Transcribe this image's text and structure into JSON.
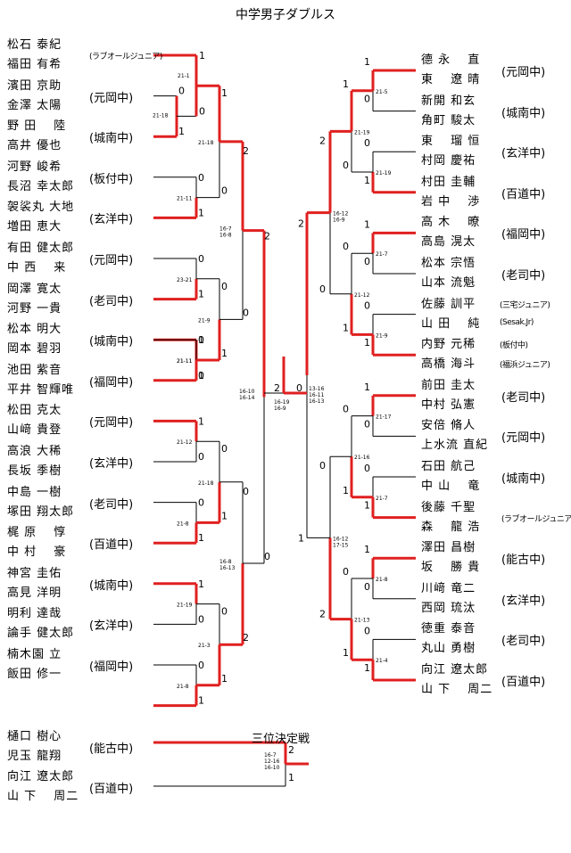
{
  "title": "中学男子ダブルス",
  "third_place_title": "三位決定戦",
  "left_teams": [
    {
      "n1": "松石 泰紀",
      "n2": "福田 有希",
      "school": "(ラブオールジュニア)"
    },
    {
      "n1": "濱田 京助",
      "n2": "金澤 太陽",
      "school": "(元岡中)"
    },
    {
      "n1": "野 田 　陸",
      "n2": "高井 優也",
      "school": "(城南中)"
    },
    {
      "n1": "河野 峻希",
      "n2": "長沼 幸太郎",
      "school": "(板付中)"
    },
    {
      "n1": "袈裟丸 大地",
      "n2": "増田 恵大",
      "school": "(玄洋中)"
    },
    {
      "n1": "有田 健太郎",
      "n2": "中 西 　来",
      "school": "(元岡中)"
    },
    {
      "n1": "岡澤 寛太",
      "n2": "河野 一貴",
      "school": "(老司中)"
    },
    {
      "n1": "松本 明大",
      "n2": "岡本 碧羽",
      "school": "(城南中)"
    },
    {
      "n1": "池田 紫音",
      "n2": "平井 智輝唯",
      "school": "(福岡中)"
    },
    {
      "n1": "松田 克太",
      "n2": "山﨑 貴登",
      "school": "(元岡中)"
    },
    {
      "n1": "高浪 大稀",
      "n2": "長坂 季樹",
      "school": "(玄洋中)"
    },
    {
      "n1": "中島 一樹",
      "n2": "塚田 翔太郎",
      "school": "(老司中)"
    },
    {
      "n1": "梶 原 　惇",
      "n2": "中 村 　豪",
      "school": "(百道中)"
    },
    {
      "n1": "神宮 圭佑",
      "n2": "高見 洋明",
      "school": "(城南中)"
    },
    {
      "n1": "明利 達哉",
      "n2": "論手 健太郎",
      "school": "(玄洋中)"
    },
    {
      "n1": "楠木園 立",
      "n2": "飯田 修一",
      "school": "(福岡中)"
    },
    {
      "n1": "樋口 樹心",
      "n2": "児玉 龍翔",
      "school": "(能古中)"
    }
  ],
  "right_teams": [
    {
      "n1": "德 永 　直",
      "n2": "東 　遼 晴",
      "school": "(元岡中)"
    },
    {
      "n1": "新開 和玄",
      "n2": "角町 駿太",
      "school": "(城南中)"
    },
    {
      "n1": "東 　瑠 恒",
      "n2": "村岡 慶祐",
      "school": "(玄洋中)"
    },
    {
      "n1": "村田 圭輔",
      "n2": "岩 中 　渉",
      "school": "(百道中)"
    },
    {
      "n1": "高 木 　暸",
      "n2": "高島 滉太",
      "school": "(福岡中)"
    },
    {
      "n1": "松本 宗悟",
      "n2": "山本 流魁",
      "school": "(老司中)"
    },
    {
      "n1": "佐藤 訓平",
      "n2": "山 田 　純",
      "school": "(三宅ジュニア)",
      "school2": "(Sesak.Jr)"
    },
    {
      "n1": "内野 元稀",
      "n2": "高橋 海斗",
      "school": "(板付中)",
      "school2": "(福浜ジュニア)"
    },
    {
      "n1": "前田 圭太",
      "n2": "中村 弘憲",
      "school": "(老司中)"
    },
    {
      "n1": "安倍 脩人",
      "n2": "上水流 直紀",
      "school": "(元岡中)"
    },
    {
      "n1": "石田 航己",
      "n2": "中 山 　竜",
      "school": "(城南中)"
    },
    {
      "n1": "後藤 千聖",
      "n2": "森 　龍 浩",
      "school": "(ラブオールジュニア)"
    },
    {
      "n1": "澤田 昌樹",
      "n2": "坂 　勝 貴",
      "school": "(能古中)"
    },
    {
      "n1": "川﨑 竜二",
      "n2": "西岡 琉汰",
      "school": "(玄洋中)"
    },
    {
      "n1": "徳重 泰音",
      "n2": "丸山 勇樹",
      "school": "(老司中)"
    },
    {
      "n1": "向江 遼太郎",
      "n2": "山 下 　周二",
      "school": "(百道中)"
    }
  ],
  "third_place_teams": [
    {
      "n1": "樋口 樹心",
      "n2": "児玉 龍翔",
      "school": "(能古中)"
    },
    {
      "n1": "向江 遼太郎",
      "n2": "山 下 　周二",
      "school": "(百道中)"
    }
  ],
  "match_scores": {
    "L_pre": "21-18",
    "L1a": "21-1",
    "L1b": "21-11",
    "L1c": "23-21",
    "L1d": "21-11",
    "L1e": "21-12",
    "L1f": "21-8",
    "L1g": "21-19",
    "L1h": "21-8",
    "L2a": "21-18",
    "L2b": "21-9",
    "L2c": "21-18",
    "L2d": "21-3",
    "L3a": "16-7\n16-8",
    "L3b": "16-8\n16-13",
    "L4": "16-10\n16-14",
    "F": "16-19\n16-9",
    "R1a": "21-5",
    "R1b": "21-19",
    "R1c": "21-7",
    "R1d": "21-9",
    "R1e": "21-17",
    "R1f": "21-7",
    "R1g": "21-8",
    "R1h": "21-4",
    "R2a": "21-19",
    "R2b": "21-12",
    "R2c": "21-16",
    "R2d": "21-13",
    "R3a": "16-12\n16-9",
    "R3b": "16-12\n17-15",
    "R4": "13-16\n16-11\n16-13",
    "TP": "16-7\n12-16\n16-10"
  }
}
